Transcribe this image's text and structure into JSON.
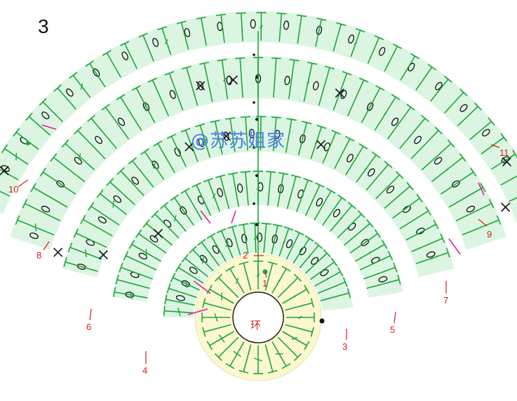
{
  "diagram": {
    "page_number": "3",
    "watermark": "@苏苏姐家",
    "center_label": "环",
    "row_labels": [
      "1",
      "2",
      "3",
      "4",
      "5",
      "6",
      "7",
      "8",
      "9",
      "10",
      "11"
    ],
    "colors": {
      "band": "#dcf5e2",
      "center_disc": "#fbf7cf",
      "stitch_green": "#1fa53a",
      "marker_red": "#d32020",
      "joint_pink": "#e0209a",
      "symbol_black": "#111111",
      "watermark_blue": "#4a7fe0"
    },
    "icons": [
      "double-crochet-icon",
      "chain-icon",
      "single-crochet-icon",
      "slip-stitch-icon"
    ]
  }
}
